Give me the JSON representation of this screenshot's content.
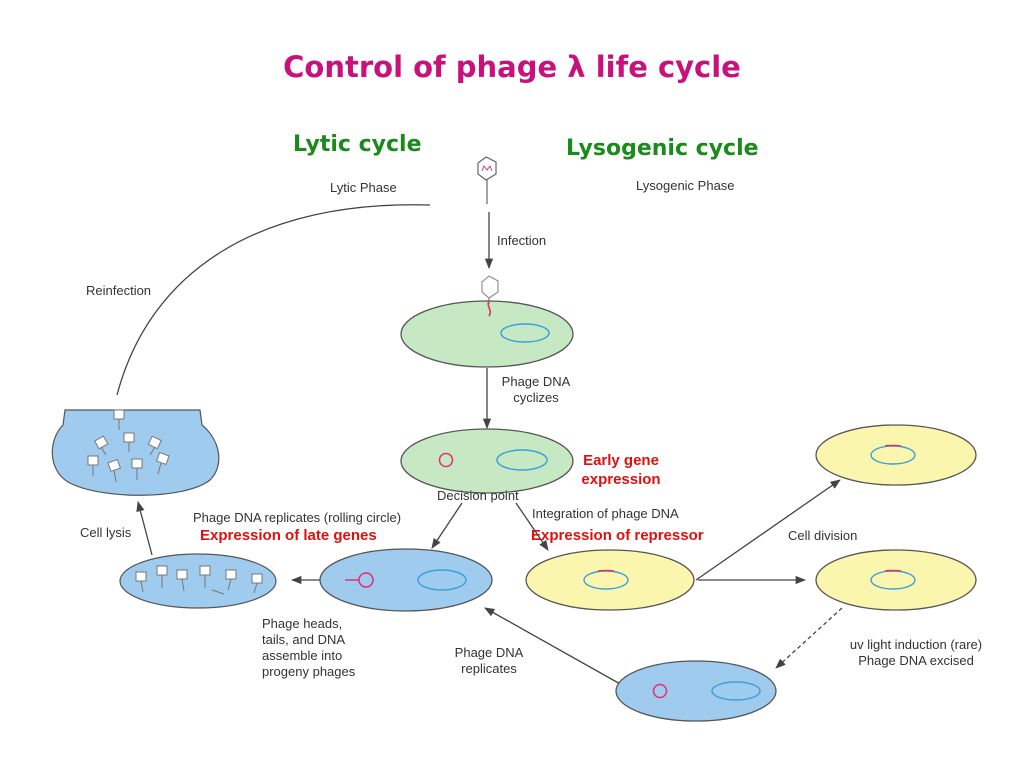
{
  "title": "Control of phage λ life cycle",
  "headings": {
    "lytic": "Lytic cycle",
    "lysogenic": "Lysogenic cycle"
  },
  "labels": {
    "lytic_phase": "Lytic Phase",
    "lysogenic_phase": "Lysogenic Phase",
    "infection": "Infection",
    "reinfection": "Reinfection",
    "phage_dna_cyclizes": [
      "Phage DNA",
      "cyclizes"
    ],
    "decision_point": "Decision point",
    "phage_dna_replicates_rolling": "Phage DNA replicates (rolling circle)",
    "integration": "Integration of phage DNA",
    "cell_lysis": "Cell lysis",
    "cell_division": "Cell division",
    "assemble": [
      "Phage heads,",
      "tails, and DNA",
      "assemble into",
      "progeny phages"
    ],
    "phage_dna_replicates": [
      "Phage DNA",
      "replicates"
    ],
    "uv_induction": [
      "uv light induction (rare)",
      "Phage DNA excised"
    ]
  },
  "highlights": {
    "early_gene": [
      "Early gene",
      "expression"
    ],
    "late_genes": "Expression of late genes",
    "repressor": "Expression of repressor"
  },
  "colors": {
    "title": "#c8117a",
    "heading": "#1a8a1a",
    "highlight": "#e01010",
    "green_cell": "#c6e8c2",
    "blue_cell": "#9fcbef",
    "yellow_cell": "#fbf6ad",
    "phage_dna": "#e03070",
    "bacterial_dna": "#3a9fdc"
  }
}
